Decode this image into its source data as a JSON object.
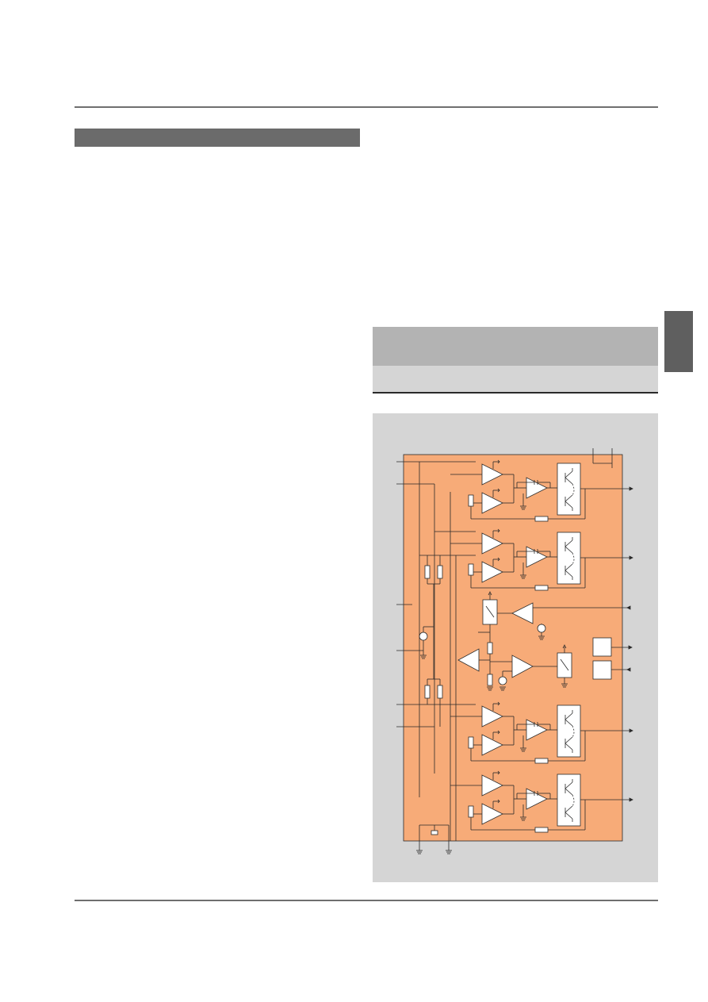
{
  "page": {
    "section_title": "",
    "side_tab_label": "",
    "diagram_heading": "",
    "diagram_subheading": ""
  },
  "colors": {
    "rule": "#6f6f6f",
    "section_bar": "#6b6b6b",
    "side_tab": "#5f5f5f",
    "header_box": "#b3b3b3",
    "header_sub": "#d5d5d5",
    "panel_bg": "#d5d5d5",
    "chip_fill": "#f7ab78",
    "line": "#2a2a2a"
  },
  "diagram": {
    "type": "block-schematic",
    "channels": [
      "channel-1",
      "channel-2",
      "channel-3",
      "channel-4"
    ],
    "icons": [
      "amplifier-triangle-icon",
      "transistor-pair-icon",
      "resistor-icon",
      "capacitor-icon",
      "ground-icon",
      "current-source-icon",
      "switch-icon",
      "output-arrow-icon"
    ]
  }
}
